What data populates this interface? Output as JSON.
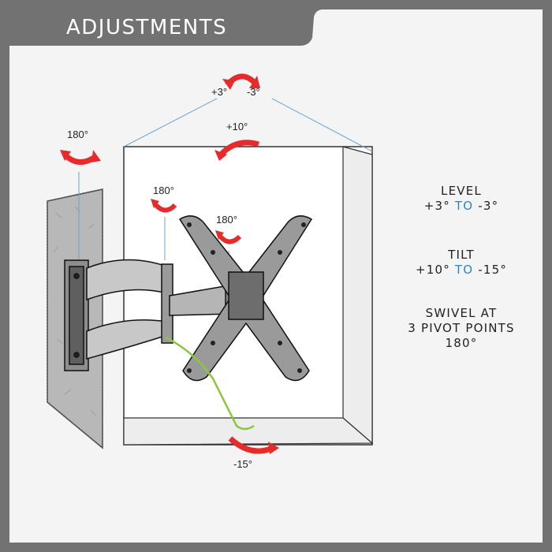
{
  "header": {
    "title": "ADJUSTMENTS"
  },
  "labels": {
    "top_plus": "+3°",
    "top_minus": "-3°",
    "tilt_up": "+10°",
    "tilt_down": "-15°",
    "swivel_wall": "180°",
    "swivel_arm": "180°",
    "swivel_plate": "180°"
  },
  "specs": {
    "level": {
      "title": "LEVEL",
      "from": "+3°",
      "to_word": "TO",
      "to": "-3°"
    },
    "tilt": {
      "title": "TILT",
      "from": "+10°",
      "to_word": "TO",
      "to": "-15°"
    },
    "swivel": {
      "line1": "SWIVEL AT",
      "line2": "3 PIVOT POINTS",
      "line3": "180°"
    }
  },
  "colors": {
    "frame": "#727272",
    "panel": "#f4f4f4",
    "arrow": "#e52b2b",
    "accent_blue": "#2e86c1",
    "cable": "#8cc63f"
  }
}
